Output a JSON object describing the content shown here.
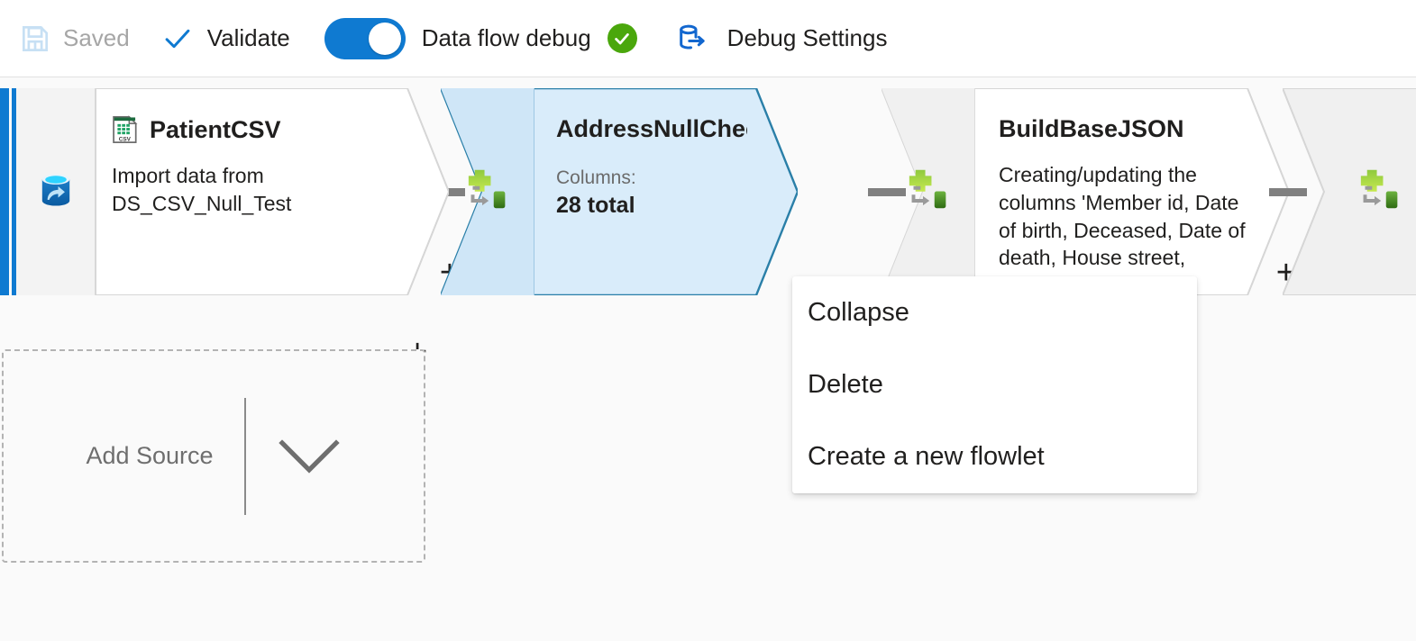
{
  "toolbar": {
    "save_label": "Saved",
    "save_icon": "save-floppy-icon",
    "validate_label": "Validate",
    "validate_icon": "checkmark-icon",
    "debug_toggle": {
      "label": "Data flow debug",
      "state": "on"
    },
    "debug_status_icon": "green-check-badge-icon",
    "debug_settings_label": "Debug Settings",
    "debug_settings_icon": "database-export-icon"
  },
  "canvas": {
    "nodes": [
      {
        "name": "PatientCSV",
        "icon": "csv-file-icon",
        "stream_icon": "source-database-icon",
        "desc": "Import data from\nDS_CSV_Null_Test",
        "type": "source",
        "selected": false
      },
      {
        "name": "AddressNullChecks",
        "icon": "derived-column-icon",
        "sublabel": "Columns:",
        "subvalue": "28 total",
        "type": "derivedColumn",
        "selected": true
      },
      {
        "name": "BuildBaseJSON",
        "icon": "derived-column-icon",
        "desc": "Creating/updating the columns 'Member id, Date of birth, Deceased, Date of death, House street, address,",
        "type": "derivedColumn",
        "selected": false
      }
    ],
    "plus_glyph": "+",
    "add_source": {
      "label": "Add Source",
      "chevron_icon": "chevron-down-icon"
    }
  },
  "context_menu": {
    "items": [
      {
        "label": "Collapse"
      },
      {
        "label": "Delete"
      },
      {
        "label": "Create a new flowlet"
      }
    ]
  },
  "colors": {
    "accent_blue": "#0f7ad1",
    "status_green": "#4aa70c",
    "selected_fill": "#d9ecfa",
    "selected_border": "#2a7fa8",
    "canvas_bg": "#fafafa"
  }
}
